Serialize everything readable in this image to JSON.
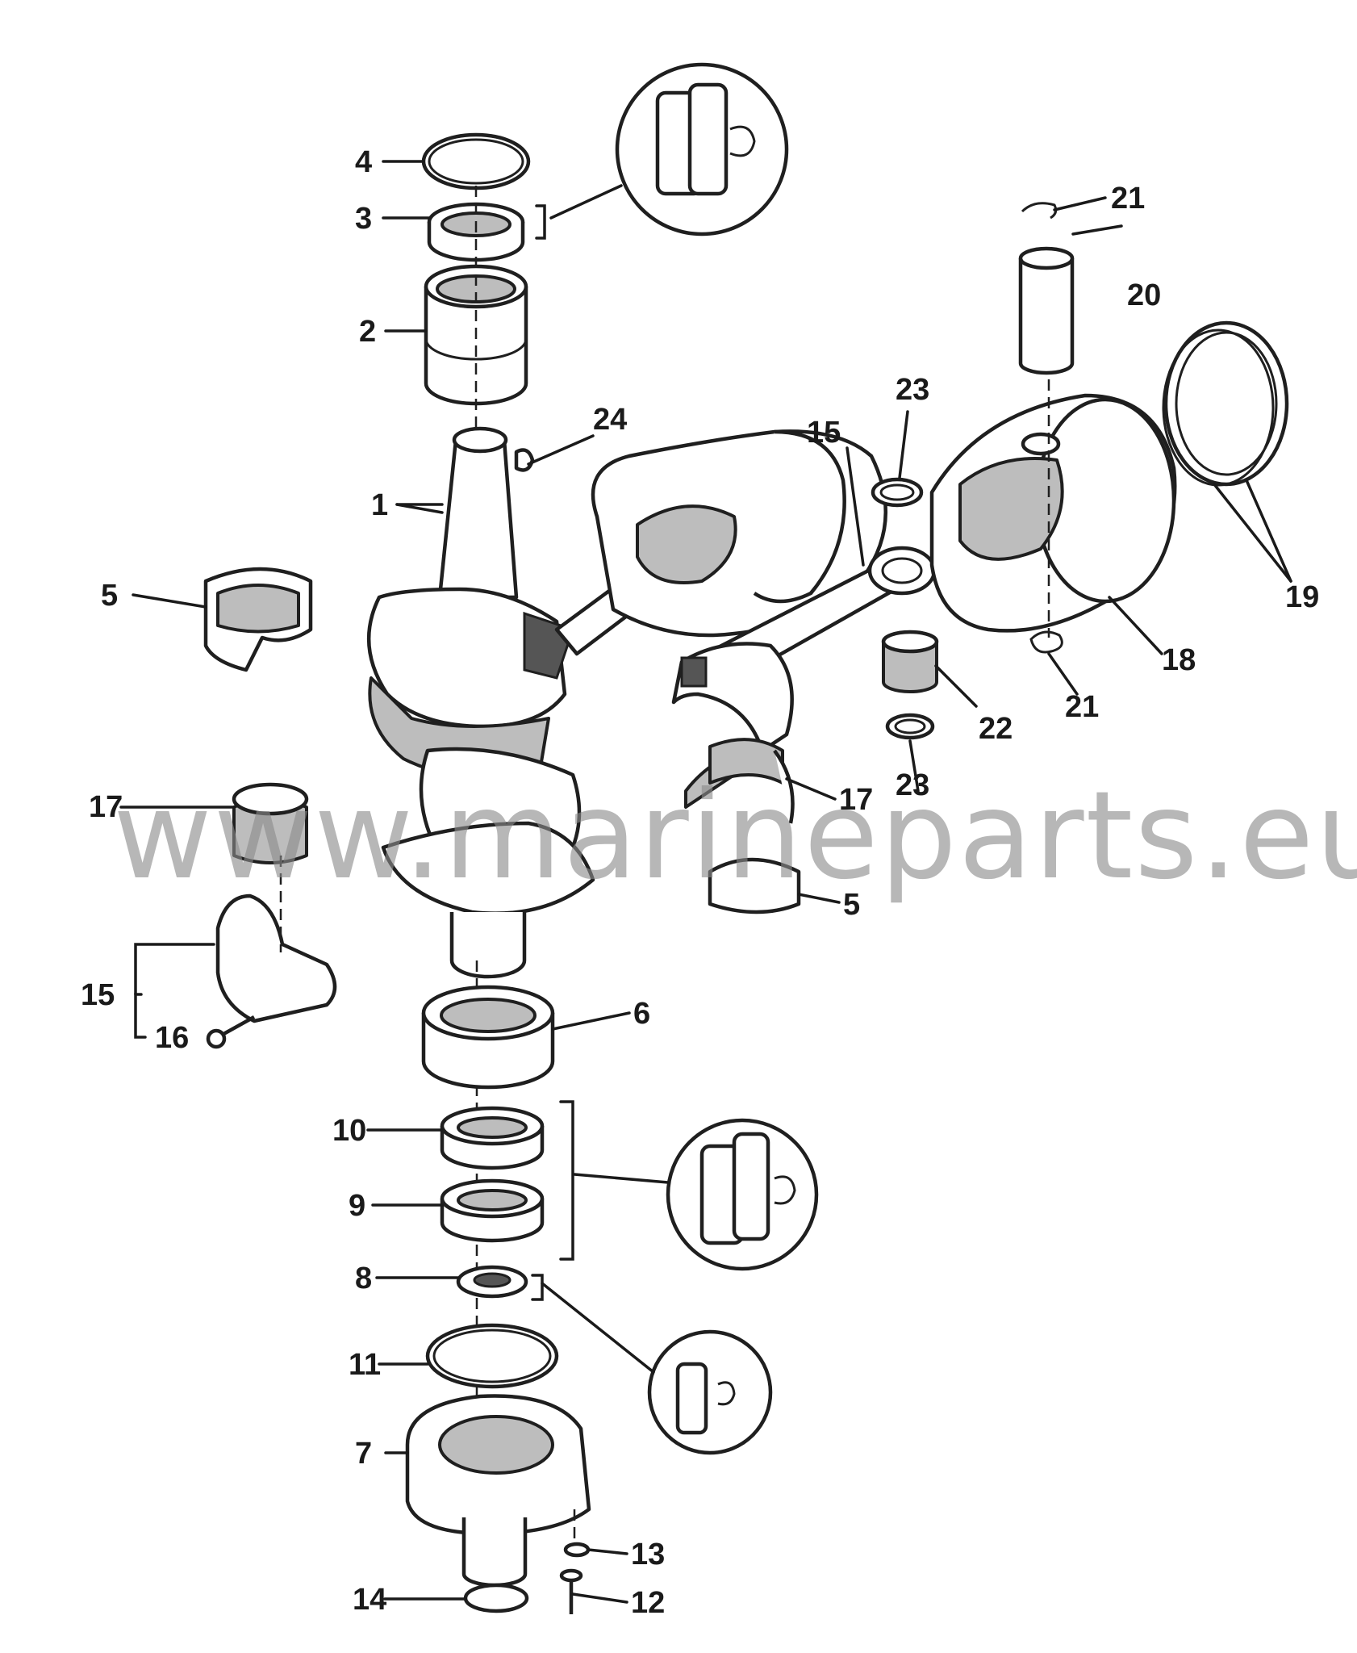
{
  "watermark": "www.marineparts.eu",
  "callouts": [
    {
      "id": "1",
      "text": "1"
    },
    {
      "id": "2",
      "text": "2"
    },
    {
      "id": "3",
      "text": "3"
    },
    {
      "id": "4",
      "text": "4"
    },
    {
      "id": "5a",
      "text": "5"
    },
    {
      "id": "5b",
      "text": "5"
    },
    {
      "id": "6",
      "text": "6"
    },
    {
      "id": "7",
      "text": "7"
    },
    {
      "id": "8",
      "text": "8"
    },
    {
      "id": "9",
      "text": "9"
    },
    {
      "id": "10",
      "text": "10"
    },
    {
      "id": "11",
      "text": "11"
    },
    {
      "id": "12",
      "text": "12"
    },
    {
      "id": "13",
      "text": "13"
    },
    {
      "id": "14",
      "text": "14"
    },
    {
      "id": "15a",
      "text": "15"
    },
    {
      "id": "15b",
      "text": "15"
    },
    {
      "id": "16",
      "text": "16"
    },
    {
      "id": "17a",
      "text": "17"
    },
    {
      "id": "17b",
      "text": "17"
    },
    {
      "id": "18",
      "text": "18"
    },
    {
      "id": "19",
      "text": "19"
    },
    {
      "id": "20",
      "text": "20"
    },
    {
      "id": "21a",
      "text": "21"
    },
    {
      "id": "21b",
      "text": "21"
    },
    {
      "id": "22",
      "text": "22"
    },
    {
      "id": "23a",
      "text": "23"
    },
    {
      "id": "23b",
      "text": "23"
    },
    {
      "id": "24",
      "text": "24"
    }
  ],
  "icons": [
    "sealant-tube-icon",
    "sealant-tube-icon",
    "sealant-tube-icon"
  ]
}
